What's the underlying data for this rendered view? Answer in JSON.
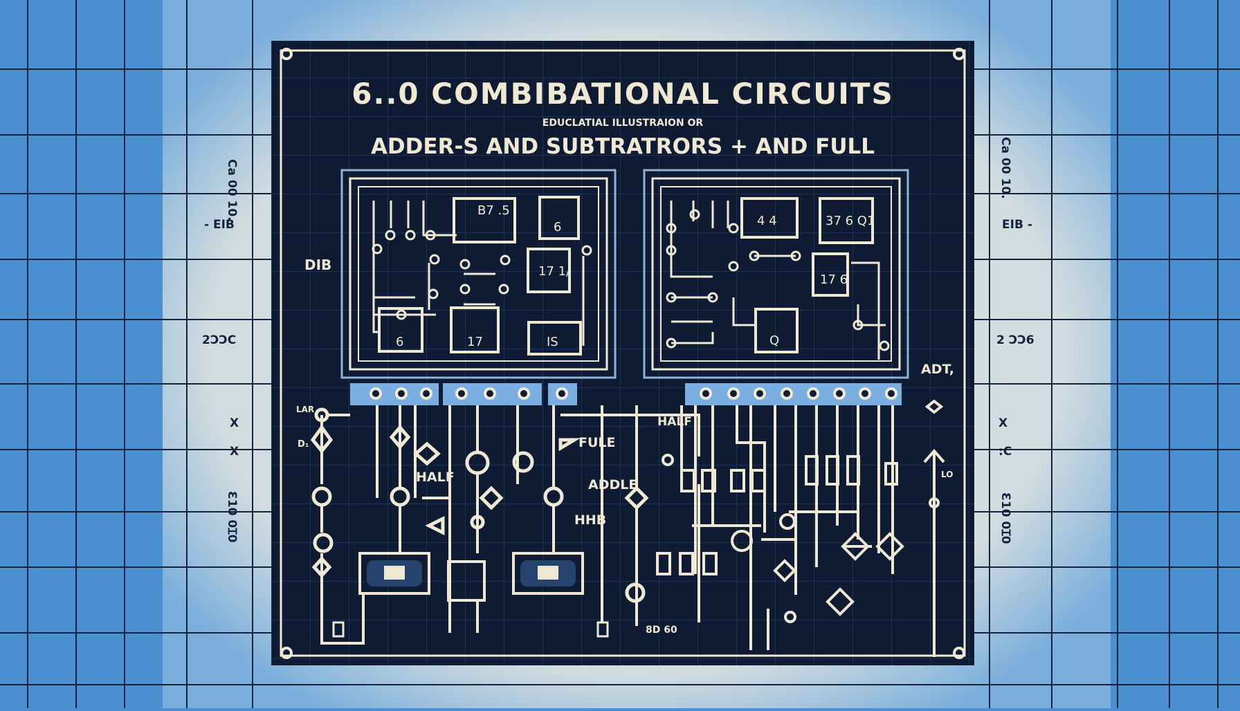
{
  "title": "6..0 COMBIBATIONAL CIRCUITS",
  "subtitle": "EDUCLATIAL ILLUSTRAION OR",
  "subtitle2": "ADDER-S AND SUBTRATRORS + AND FULL",
  "colors": {
    "background": "#4a8fcf",
    "paper": "#d6dfe0",
    "board": "#0f1a33",
    "line": "#efe9d4",
    "connector": "#7aaee0"
  },
  "margin_labels": {
    "left": [
      "Ca 00 10.",
      "- EIB",
      "2ƆƆC",
      "X",
      "X",
      "Ɛ10 0Ɪ0"
    ],
    "right": [
      "Ca 00 10.",
      "EIB -",
      "2 ƆƆ6",
      "X",
      ":C",
      "Ɛ10 0Ɪ0"
    ]
  },
  "board_labels": {
    "dib": "DIB",
    "adt": "ADT,",
    "half_left": "HALF",
    "fule": "FULE",
    "addle": "ADDLE",
    "hhb": "HHB",
    "half_right": "HALF",
    "bd60": "8D 60",
    "lar": "LAR",
    "d1": "D₁",
    "lo": "LO"
  },
  "chips": {
    "left_panel": [
      "B7 .5",
      "6",
      "17 1/",
      "6",
      "17",
      "IS"
    ],
    "right_panel": [
      "4 4",
      "37 6 Q1",
      "17 6",
      "Q"
    ]
  }
}
